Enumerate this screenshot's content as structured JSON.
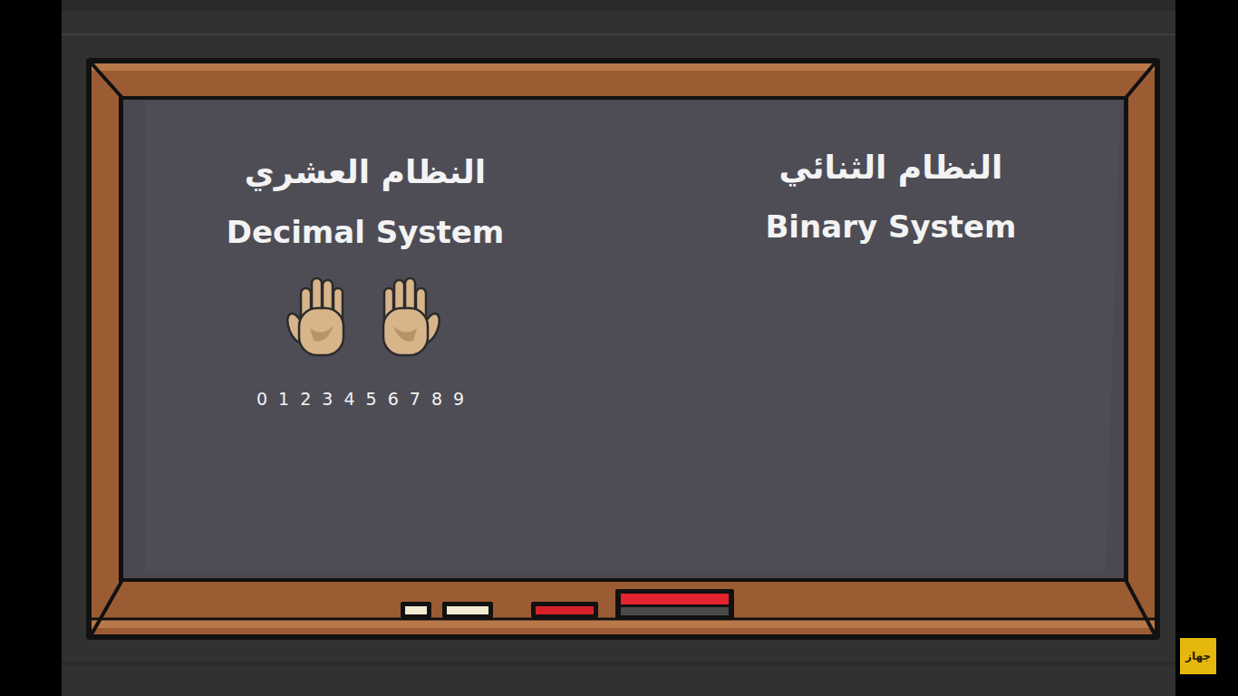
{
  "diagram": {
    "nodes": [
      {
        "text": [
          "النظام العشري",
          "Decimal System",
          "0 1 2 3 4 5 6 7 8 9",
          "النظام الثنائي",
          "Binary System"
        ]
      },
      {
        "text": [
          "جهاز"
        ]
      }
    ]
  }
}
